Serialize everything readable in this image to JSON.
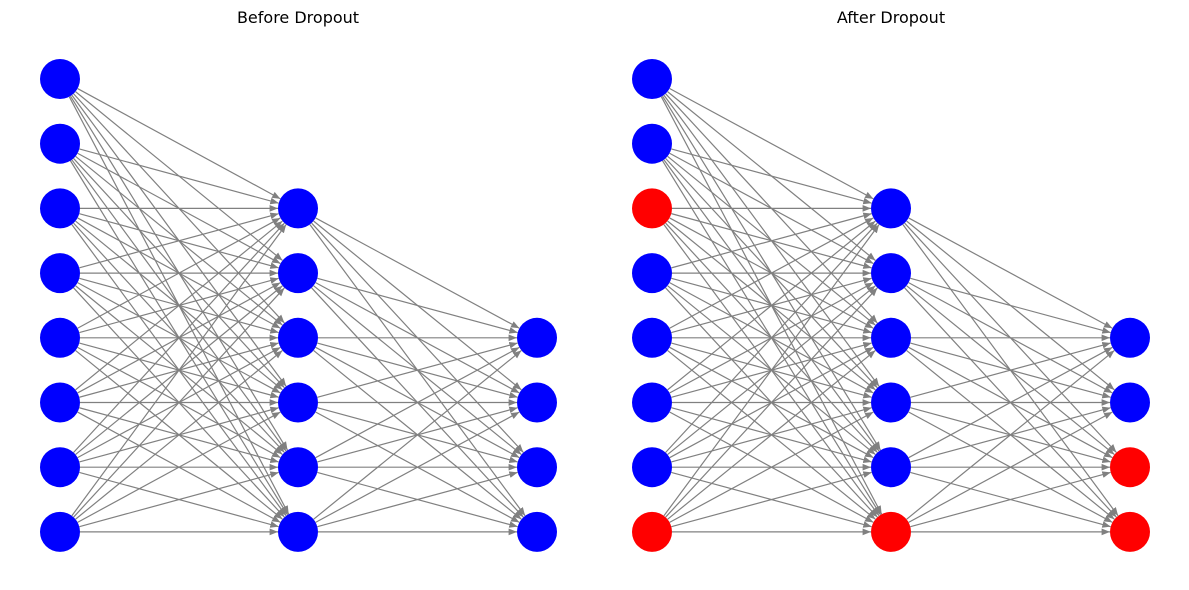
{
  "panels": [
    {
      "title": "Before Dropout",
      "layers": [
        {
          "size": 8,
          "dropped": []
        },
        {
          "size": 6,
          "dropped": []
        },
        {
          "size": 4,
          "dropped": []
        }
      ]
    },
    {
      "title": "After Dropout",
      "layers": [
        {
          "size": 8,
          "dropped": [
            2,
            7
          ]
        },
        {
          "size": 6,
          "dropped": [
            5
          ]
        },
        {
          "size": 4,
          "dropped": [
            2,
            3
          ]
        }
      ]
    }
  ],
  "colors": {
    "active_node": "#0000ff",
    "dropped_node": "#ff0000",
    "edge": "#808080",
    "background": "#ffffff"
  }
}
